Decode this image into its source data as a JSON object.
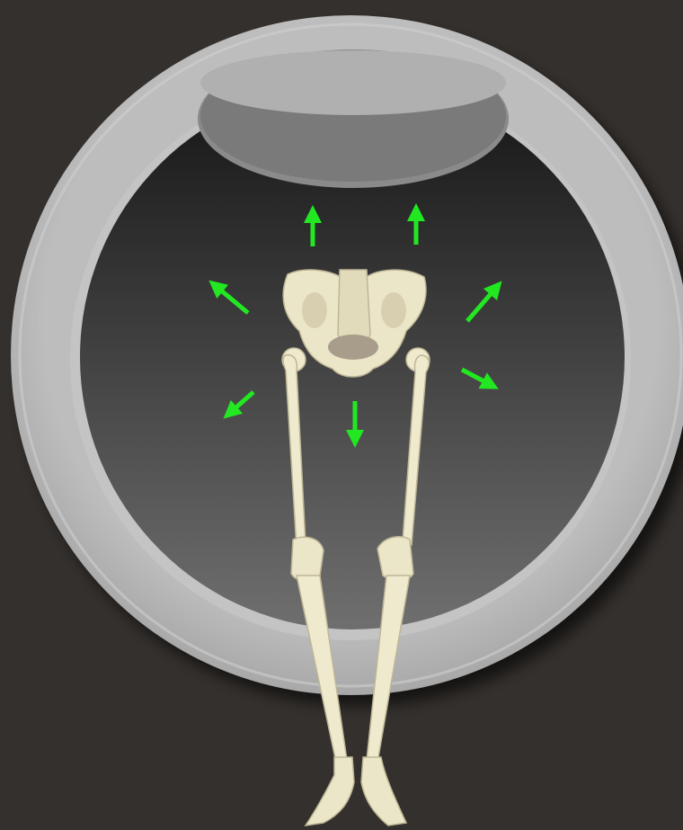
{
  "scene": {
    "background_color": "#34302d",
    "ring_color": "#b3b3b3",
    "bore_gradient": [
      "#141414",
      "#6e6e6e"
    ],
    "arrow_color": "#22e822",
    "bone_color": "#efeacd",
    "bone_shadow_color": "#c9c2a3"
  },
  "arrows": [
    {
      "name": "arrow-up-left",
      "direction": "up"
    },
    {
      "name": "arrow-up-right",
      "direction": "up"
    },
    {
      "name": "arrow-upper-left-diagonal",
      "direction": "up-left"
    },
    {
      "name": "arrow-upper-right-diagonal",
      "direction": "up-right"
    },
    {
      "name": "arrow-lower-left-diagonal",
      "direction": "down-left"
    },
    {
      "name": "arrow-right-down",
      "direction": "down-right"
    },
    {
      "name": "arrow-down-center",
      "direction": "down"
    }
  ]
}
